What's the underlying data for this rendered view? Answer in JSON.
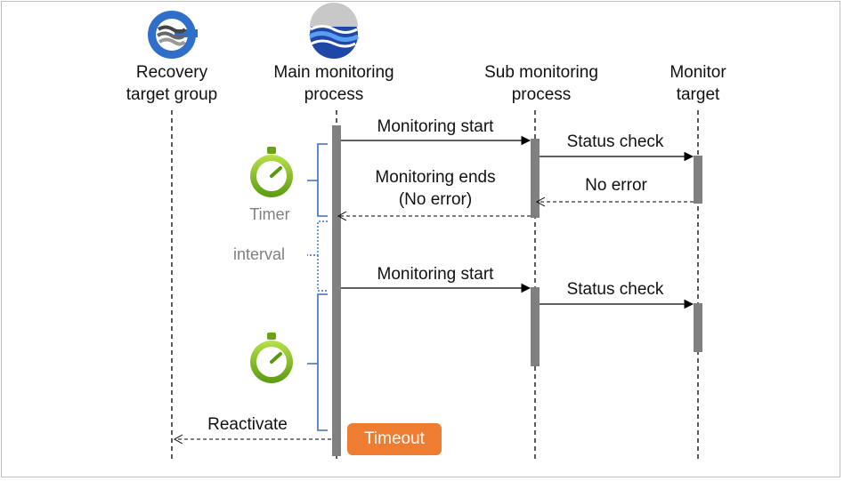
{
  "participants": {
    "recovery": {
      "line1": "Recovery",
      "line2": "target group"
    },
    "main": {
      "line1": "Main monitoring",
      "line2": "process"
    },
    "sub": {
      "line1": "Sub monitoring",
      "line2": "process"
    },
    "target": {
      "line1": "Monitor",
      "line2": "target"
    }
  },
  "messages": {
    "monitoring_start_1": "Monitoring start",
    "status_check_1": "Status check",
    "no_error": "No error",
    "monitoring_ends_line1": "Monitoring ends",
    "monitoring_ends_line2": "(No error)",
    "monitoring_start_2": "Monitoring start",
    "status_check_2": "Status check",
    "reactivate": "Reactivate"
  },
  "annotations": {
    "timer": "Timer",
    "interval": "interval",
    "timeout": "Timeout"
  },
  "icons": {
    "recovery": "recovery-group-logo-icon",
    "main": "monitoring-process-globe-icon",
    "stopwatch": "stopwatch-icon"
  },
  "colors": {
    "activation": "#808080",
    "bracket": "#3a6fbf",
    "stopwatch_green": "#7fb814",
    "timeout_badge": "#ef7d31"
  }
}
